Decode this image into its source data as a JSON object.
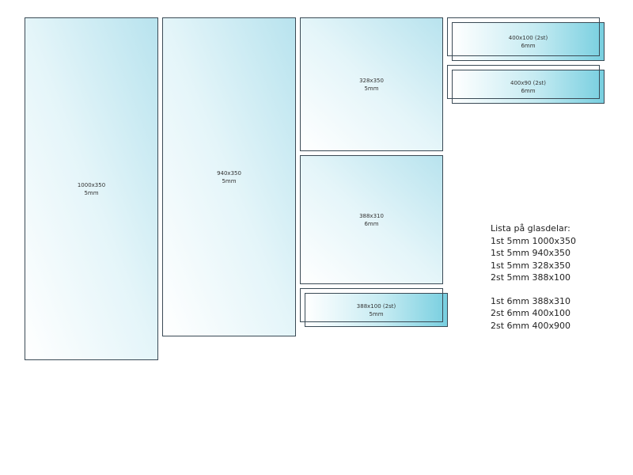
{
  "panels": [
    {
      "size": "1000x350",
      "thickness": "5mm"
    },
    {
      "size": "940x350",
      "thickness": "5mm"
    },
    {
      "size": "328x350",
      "thickness": "5mm"
    },
    {
      "size": "388x310",
      "thickness": "6mm"
    },
    {
      "size": "388x100 (2st)",
      "thickness": "5mm"
    },
    {
      "size": "400x100 (2st)",
      "thickness": "6mm"
    },
    {
      "size": "400x90 (2st)",
      "thickness": "6mm"
    }
  ],
  "list": {
    "title": "Lista på glasdelar:",
    "group1": [
      "1st 5mm 1000x350",
      "1st 5mm 940x350",
      "1st 5mm 328x350",
      "2st 5mm 388x100"
    ],
    "group2": [
      "1st 6mm 388x310",
      "2st 6mm 400x100",
      "2st 6mm 400x900"
    ]
  }
}
